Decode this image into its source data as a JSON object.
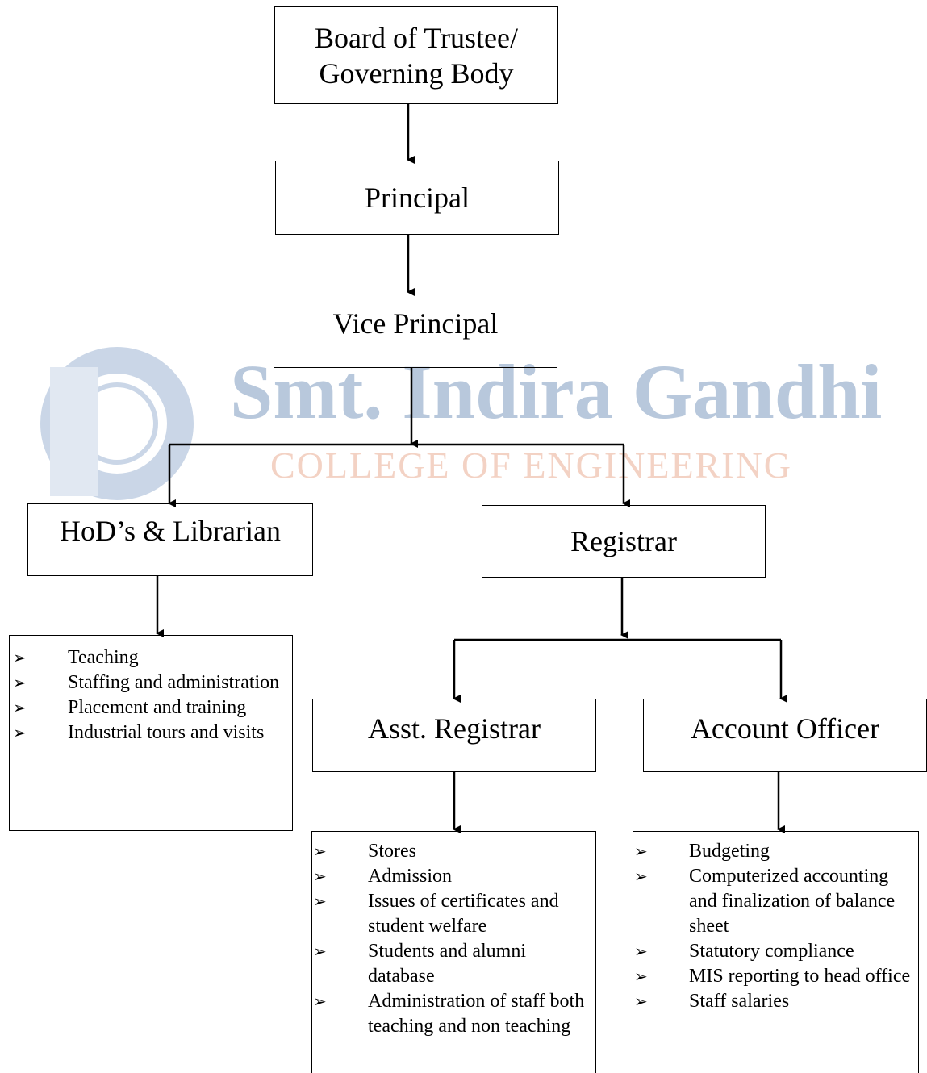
{
  "watermark": {
    "name": "Smt. Indira Gandhi",
    "subtitle": "COLLEGE OF ENGINEERING",
    "color": "#b8c8dc",
    "sub_color": "#f3d2c4"
  },
  "nodes": {
    "board": "Board of Trustee/ Governing Body",
    "principal": "Principal",
    "vice_principal": "Vice Principal",
    "hod": "HoD’s & Librarian",
    "registrar": "Registrar",
    "asst_registrar": "Asst. Registrar",
    "account_officer": "Account Officer"
  },
  "lists": {
    "hod": [
      "Teaching",
      "Staffing and administration",
      "Placement and training",
      "Industrial tours and visits"
    ],
    "asst_registrar": [
      "Stores",
      "Admission",
      "Issues of certificates and student welfare",
      "Students and alumni database",
      "Administration of staff both teaching and non teaching"
    ],
    "account_officer": [
      "Budgeting",
      "Computerized accounting and finalization of balance sheet",
      "Statutory compliance",
      "MIS reporting to head office",
      "Staff salaries"
    ]
  },
  "bullet_glyph": "➢"
}
